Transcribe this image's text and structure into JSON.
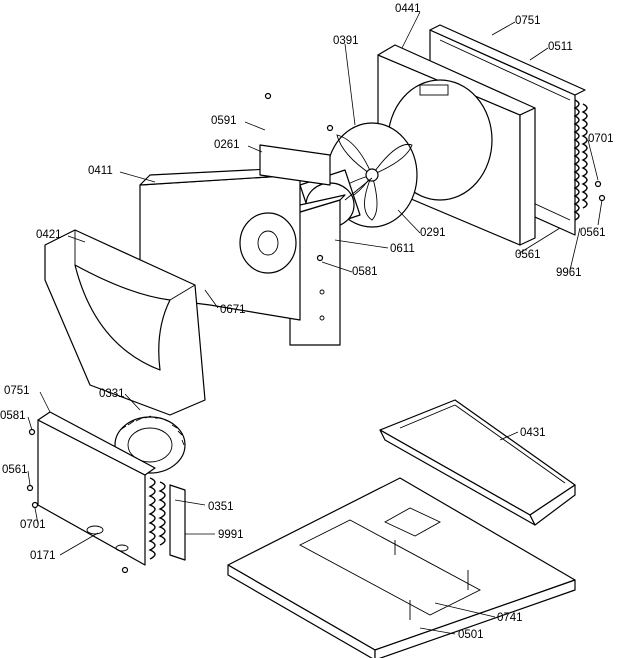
{
  "diagram": {
    "labels": [
      {
        "id": "p0441",
        "text": "0441"
      },
      {
        "id": "p0751a",
        "text": "0751"
      },
      {
        "id": "p0511",
        "text": "0511"
      },
      {
        "id": "p0391",
        "text": "0391"
      },
      {
        "id": "p0591",
        "text": "0591"
      },
      {
        "id": "p0261",
        "text": "0261"
      },
      {
        "id": "p0701a",
        "text": "0701"
      },
      {
        "id": "p0411",
        "text": "0411"
      },
      {
        "id": "p0291",
        "text": "0291"
      },
      {
        "id": "p0561a",
        "text": "0561"
      },
      {
        "id": "p0421",
        "text": "0421"
      },
      {
        "id": "p0611",
        "text": "0611"
      },
      {
        "id": "p0561b",
        "text": "0561"
      },
      {
        "id": "p0581a",
        "text": "0581"
      },
      {
        "id": "p9961",
        "text": "9961"
      },
      {
        "id": "p0671",
        "text": "0671"
      },
      {
        "id": "p0751b",
        "text": "0751"
      },
      {
        "id": "p0331",
        "text": "0331"
      },
      {
        "id": "p0581b",
        "text": "0581"
      },
      {
        "id": "p0431",
        "text": "0431"
      },
      {
        "id": "p0561c",
        "text": "0561"
      },
      {
        "id": "p0351",
        "text": "0351"
      },
      {
        "id": "p0701b",
        "text": "0701"
      },
      {
        "id": "p9991",
        "text": "9991"
      },
      {
        "id": "p0171",
        "text": "0171"
      },
      {
        "id": "p0741",
        "text": "0741"
      },
      {
        "id": "p0501",
        "text": "0501"
      }
    ]
  }
}
